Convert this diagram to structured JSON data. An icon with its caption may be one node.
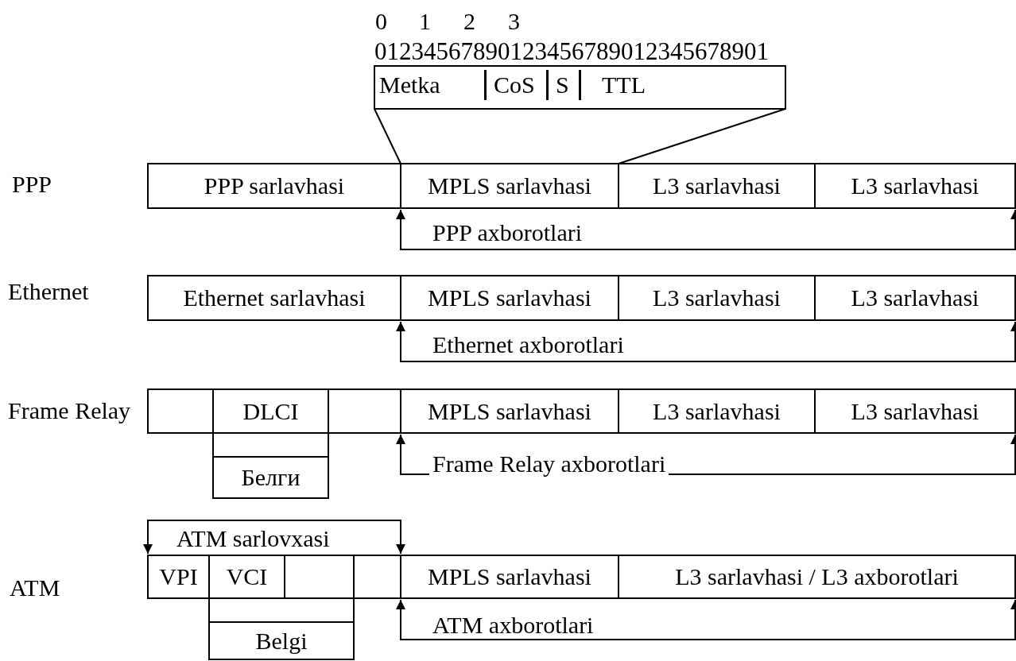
{
  "diagram": {
    "nodes": [
      {
        "text": [
          "Metka",
          "CoS",
          "S",
          "TTL"
        ]
      },
      {
        "text": [
          "PPP sarlavhasi"
        ]
      },
      {
        "text": [
          "MPLS sarlavhasi"
        ]
      },
      {
        "text": [
          "L3 sarlavhasi"
        ]
      },
      {
        "text": [
          "L3 sarlavhasi"
        ]
      },
      {
        "text": [
          "Ethernet sarlavhasi"
        ]
      },
      {
        "text": [
          "MPLS sarlavhasi"
        ]
      },
      {
        "text": [
          "L3 sarlavhasi"
        ]
      },
      {
        "text": [
          "L3 sarlavhasi"
        ]
      },
      {
        "text": [],
        "shape": "box"
      },
      {
        "text": [
          "DLCI"
        ]
      },
      {
        "text": [],
        "shape": "box"
      },
      {
        "text": [
          "MPLS sarlavhasi"
        ]
      },
      {
        "text": [
          "L3 sarlavhasi"
        ]
      },
      {
        "text": [
          "L3 sarlavhasi"
        ]
      },
      {
        "text": [],
        "shape": "box"
      },
      {
        "text": [
          "Белги"
        ]
      },
      {
        "text": [
          "VPI"
        ]
      },
      {
        "text": [
          "VCI"
        ]
      },
      {
        "text": [],
        "shape": "box"
      },
      {
        "text": [],
        "shape": "box"
      },
      {
        "text": [
          "MPLS sarlavhasi"
        ]
      },
      {
        "text": [
          "L3 sarlavhasi / L3 axborotlari"
        ]
      },
      {
        "text": [],
        "shape": "box"
      },
      {
        "text": [
          "Belgi"
        ]
      }
    ],
    "edges": [
      {
        "from": 0,
        "to": 2,
        "arrow": "none"
      },
      {
        "from": 0,
        "to": 2,
        "arrow": "none"
      },
      {
        "from": 2,
        "to": 4,
        "arrow": "both",
        "label": "PPP axborotlari"
      },
      {
        "from": 6,
        "to": 8,
        "arrow": "both",
        "label": "Ethernet axborotlari"
      },
      {
        "from": 12,
        "to": 14,
        "arrow": "both",
        "label": "Frame Relay axborotlari"
      },
      {
        "from": 17,
        "to": 20,
        "arrow": "both",
        "label": "ATM sarlovxasi"
      },
      {
        "from": 21,
        "to": 22,
        "arrow": "both",
        "label": "ATM axborotlari"
      }
    ],
    "labels": [
      "0",
      "1",
      "2",
      "3",
      "01234567890123456789012345678901",
      "PPP",
      "Ethernet",
      "Frame Relay",
      "ATM"
    ]
  }
}
